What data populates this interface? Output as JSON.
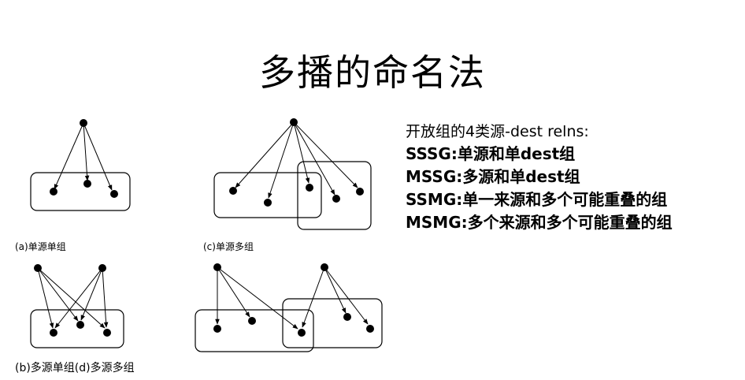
{
  "slide": {
    "title": "多播的命名法"
  },
  "diagrams": {
    "a_caption": "(a)单源单组",
    "c_caption": "(c)单源多组",
    "bd_caption": "(b)多源单组(d)多源多组"
  },
  "text_panel": {
    "intro": "开放组的4类源-dest relns:",
    "lines": [
      "SSSG:单源和单dest组",
      "MSSG:多源和单dest组",
      "SSMG:单一来源和多个可能重叠的组",
      "MSMG:多个来源和多个可能重叠的组"
    ]
  }
}
